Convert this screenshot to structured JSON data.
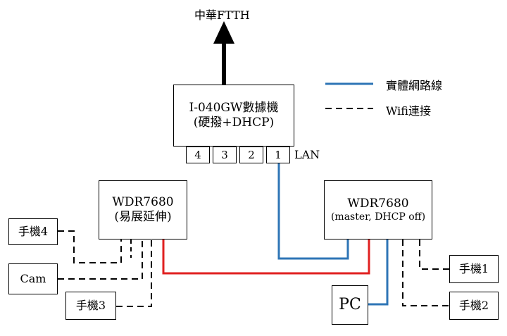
{
  "internet_label": "中華FTTH",
  "gateway": {
    "line1": "I-040GW數據機",
    "line2": "(硬撥+DHCP)"
  },
  "gateway_ports": [
    "4",
    "3",
    "2",
    "1"
  ],
  "lan_label": "LAN",
  "legend": {
    "wired": "實體網路線",
    "wifi": "Wifi連接"
  },
  "router_left": {
    "line1": "WDR7680",
    "line2": "(易展延伸)"
  },
  "router_right": {
    "line1": "WDR7680",
    "line2": "(master, DHCP off)"
  },
  "devices": {
    "phone4": "手機4",
    "cam": "Cam",
    "phone3": "手機3",
    "pc": "PC",
    "phone1": "手機1",
    "phone2": "手機2"
  },
  "colors": {
    "wired": "#2e75b6",
    "mesh_link": "#e02020",
    "wifi": "#000000"
  }
}
